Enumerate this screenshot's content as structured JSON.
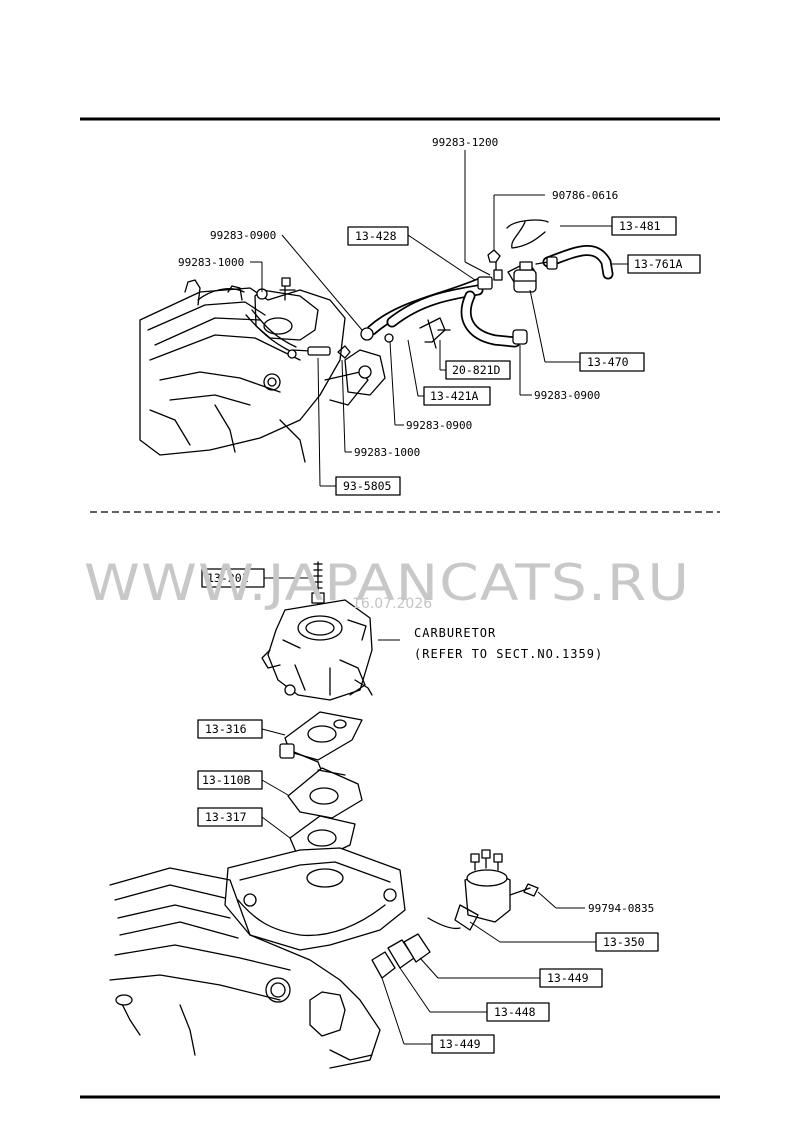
{
  "diagram": {
    "callouts": {
      "c1": "99283-1200",
      "c2": "90786-0616",
      "c3": "13-481",
      "c4": "13-428",
      "c5": "99283-0900",
      "c6": "99283-1000",
      "c7": "13-761A",
      "c8": "20-821D",
      "c9": "13-470",
      "c10": "13-421A",
      "c11": "99283-0900",
      "c12": "99283-0900",
      "c13": "99283-1000",
      "c14": "93-5805",
      "c15": "13-201",
      "c16": "13-316",
      "c17": "13-110B",
      "c18": "13-317",
      "c19": "99794-0835",
      "c20": "13-350",
      "c21": "13-449",
      "c22": "13-448",
      "c23": "13-449"
    },
    "note_line1": "CARBURETOR",
    "note_line2": "(REFER TO SECT.NO.1359)",
    "watermark": "WWW.JAPANCATS.RU",
    "date_stamp": "16.07.2026"
  }
}
